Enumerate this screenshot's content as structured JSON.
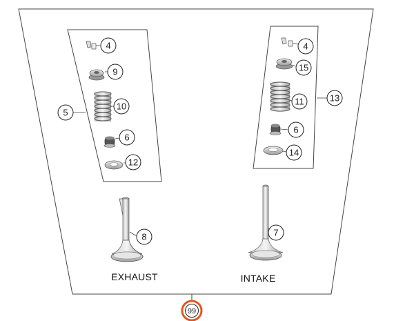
{
  "callouts": {
    "exhaust_keeper": "4",
    "exhaust_spring_retainer": "9",
    "exhaust_valve_spring": "10",
    "exhaust_kit": "5",
    "exhaust_valve_seal": "6",
    "exhaust_spring_seat": "12",
    "exhaust_valve": "8",
    "intake_keeper": "4",
    "intake_spring_retainer": "15",
    "intake_valve_spring": "11",
    "intake_kit": "13",
    "intake_valve_seal": "6",
    "intake_spring_seat": "14",
    "intake_valve": "7",
    "assembly": "99"
  },
  "labels": {
    "exhaust": "EXHAUST",
    "intake": "INTAKE"
  },
  "colors": {
    "line": "#333333",
    "highlight": "#e8541e"
  }
}
